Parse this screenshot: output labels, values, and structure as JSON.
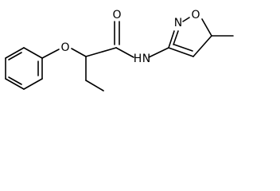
{
  "diagram": {
    "type": "chemical-structure",
    "atoms": {
      "carbonyl_oxygen": "O",
      "ether_oxygen": "O",
      "amide_nitrogen": "N",
      "amide_hydrogen": "H",
      "ring_nitrogen": "N",
      "ring_oxygen": "O"
    }
  }
}
